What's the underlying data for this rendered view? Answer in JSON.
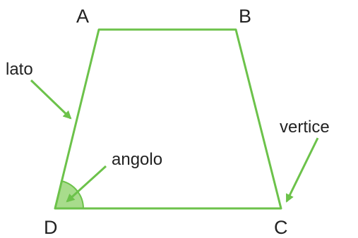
{
  "vertices": {
    "a": "A",
    "b": "B",
    "c": "C",
    "d": "D"
  },
  "annotations": {
    "side": "lato",
    "angle": "angolo",
    "vertex": "vertice"
  },
  "colors": {
    "shape_stroke": "#6cc24a",
    "angle_fill": "#a8dc8c",
    "arrow": "#6cc24a",
    "text": "#222222",
    "background": "#ffffff"
  }
}
